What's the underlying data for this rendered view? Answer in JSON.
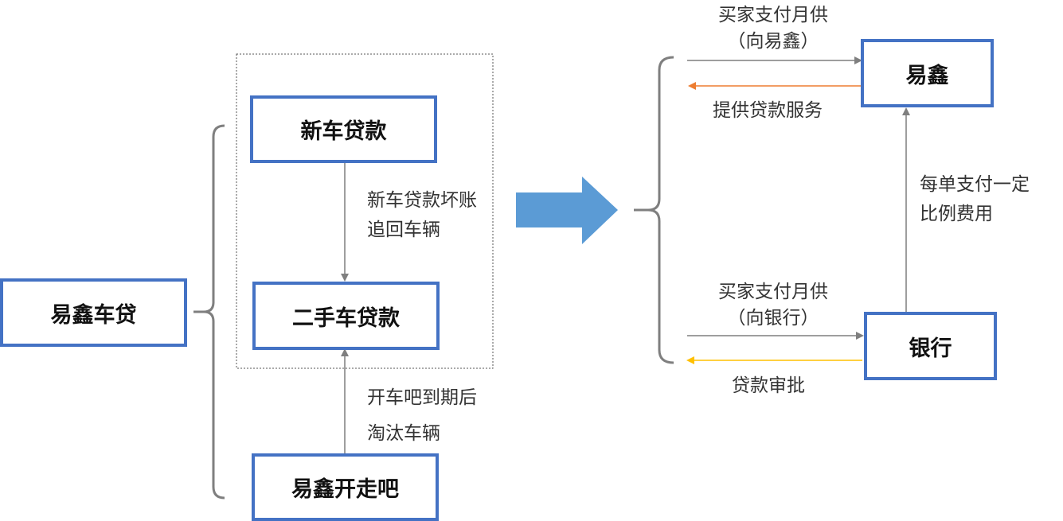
{
  "nodes": {
    "yixin_cheda": "易鑫车贷",
    "xinche_daikuan": "新车贷款",
    "ershou_daikuan": "二手车贷款",
    "yixin_kaizouba": "易鑫开走吧",
    "yixin": "易鑫",
    "yinhang": "银行"
  },
  "labels": {
    "bad_debt_line1": "新车贷款坏账",
    "bad_debt_line2": "追回车辆",
    "expire_line1": "开车吧到期后",
    "expire_line2": "淘汰车辆",
    "pay_yixin_line1": "买家支付月供",
    "pay_yixin_line2": "（向易鑫）",
    "provide_service": "提供贷款服务",
    "fee_line1": "每单支付一定",
    "fee_line2": "比例费用",
    "pay_bank_line1": "买家支付月供",
    "pay_bank_line2": "（向银行）",
    "approval": "贷款审批"
  },
  "colors": {
    "box_border": "#4472C4",
    "big_arrow": "#5B9BD5",
    "arrow_gray": "#7F7F7F",
    "arrow_orange": "#ED7D31",
    "arrow_yellow": "#FFC000"
  }
}
